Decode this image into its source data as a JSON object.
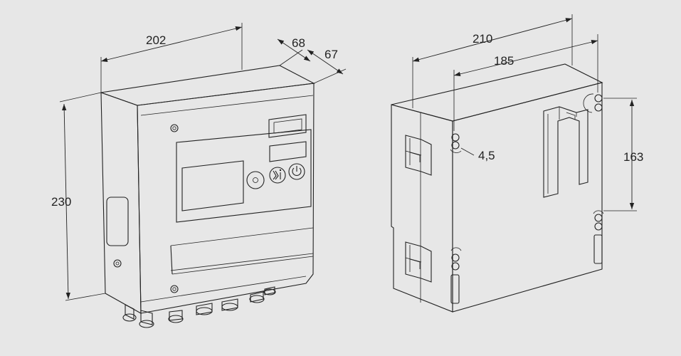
{
  "colors": {
    "background": "#e7e7e7",
    "body_fill": "#ffffff",
    "line": "#222222"
  },
  "front_view": {
    "dimensions": {
      "width": "202",
      "depth_front": "68",
      "depth_back": "67",
      "height": "230"
    }
  },
  "rear_view": {
    "dimensions": {
      "width_overall": "210",
      "hole_spacing_horizontal": "185",
      "hole_spacing_vertical": "163",
      "hole_diameter": "4,5"
    }
  }
}
